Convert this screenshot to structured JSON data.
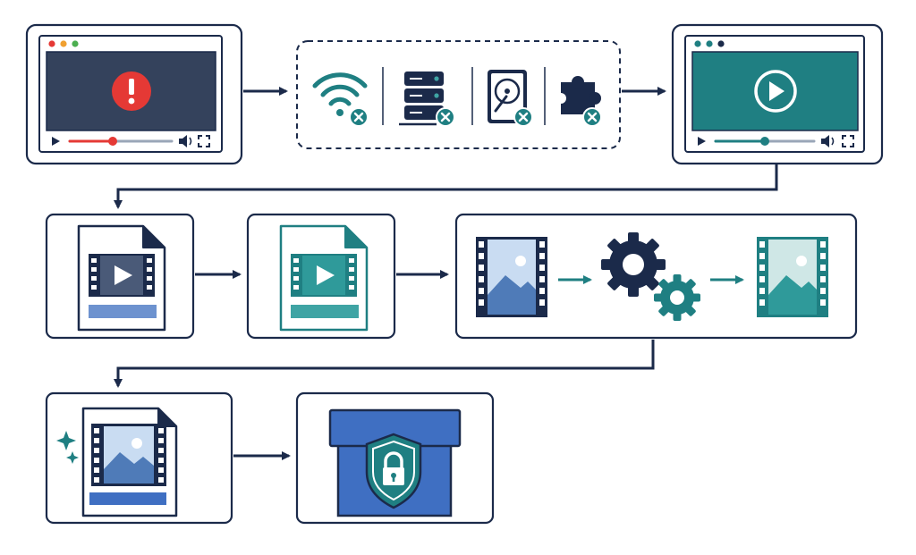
{
  "colors": {
    "navy": "#1b2a4a",
    "teal": "#1f7f82",
    "teal_light": "#3fa4a4",
    "blue": "#3f6fc2",
    "blue_light": "#6d92cf",
    "error_red": "#e53935",
    "sky": "#c9dcf2",
    "mountain": "#4f7bb8",
    "dark_screen": "#34425c",
    "white": "#ffffff"
  },
  "steps": [
    {
      "id": "broken-video-player",
      "icons": [
        "error-icon",
        "play-icon",
        "volume-icon",
        "fullscreen-icon"
      ]
    },
    {
      "id": "failure-causes",
      "icons": [
        "wifi-icon",
        "server-icon",
        "hard-drive-icon",
        "puzzle-icon"
      ]
    },
    {
      "id": "working-video-player",
      "icons": [
        "play-icon",
        "volume-icon",
        "fullscreen-icon"
      ]
    },
    {
      "id": "corrupt-video-file",
      "icons": [
        "video-file-icon"
      ]
    },
    {
      "id": "repaired-video-file",
      "icons": [
        "video-file-icon"
      ]
    },
    {
      "id": "repair-process",
      "icons": [
        "film-icon",
        "gear-icon",
        "film-icon"
      ]
    },
    {
      "id": "restored-video-file",
      "icons": [
        "sparkle-icon",
        "video-file-icon"
      ]
    },
    {
      "id": "secure-storage",
      "icons": [
        "box-icon",
        "shield-lock-icon"
      ]
    }
  ]
}
